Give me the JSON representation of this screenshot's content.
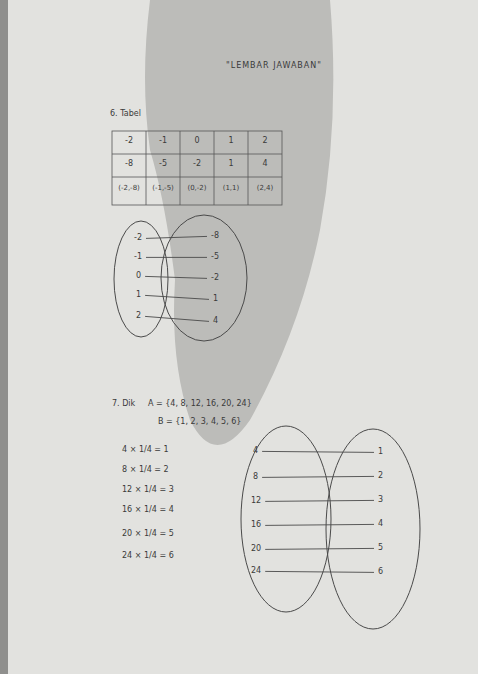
{
  "diagram": {
    "title": "\"LEMBAR JAWABAN\"",
    "nodes": [
      {
        "text": []
      },
      {
        "text": [
          "-2"
        ],
        "in": 0
      },
      {
        "text": [
          "-1"
        ],
        "in": 0
      },
      {
        "text": [
          "0"
        ],
        "in": 0
      },
      {
        "text": [
          "1"
        ],
        "in": 0
      },
      {
        "text": [
          "2"
        ],
        "in": 0
      },
      {
        "text": []
      },
      {
        "text": [
          "-8"
        ],
        "in": 6
      },
      {
        "text": [
          "-5"
        ],
        "in": 6
      },
      {
        "text": [
          "-2"
        ],
        "in": 6
      },
      {
        "text": [
          "1"
        ],
        "in": 6
      },
      {
        "text": [
          "4"
        ],
        "in": 6
      },
      {
        "text": []
      },
      {
        "text": [
          "4"
        ],
        "in": 12
      },
      {
        "text": [
          "8"
        ],
        "in": 12
      },
      {
        "text": [
          "12"
        ],
        "in": 12
      },
      {
        "text": [
          "16"
        ],
        "in": 12
      },
      {
        "text": [
          "20"
        ],
        "in": 12
      },
      {
        "text": [
          "24"
        ],
        "in": 12
      },
      {
        "text": []
      },
      {
        "text": [
          "1"
        ],
        "in": 19
      },
      {
        "text": [
          "2"
        ],
        "in": 19
      },
      {
        "text": [
          "3"
        ],
        "in": 19
      },
      {
        "text": [
          "4"
        ],
        "in": 19
      },
      {
        "text": [
          "5"
        ],
        "in": 19
      },
      {
        "text": [
          "6"
        ],
        "in": 19
      }
    ],
    "edges": [
      {
        "from": 1,
        "to": 7,
        "arrow": "none"
      },
      {
        "from": 2,
        "to": 8,
        "arrow": "none"
      },
      {
        "from": 3,
        "to": 9,
        "arrow": "none"
      },
      {
        "from": 4,
        "to": 10,
        "arrow": "none"
      },
      {
        "from": 5,
        "to": 11,
        "arrow": "none"
      },
      {
        "from": 13,
        "to": 20,
        "arrow": "none"
      },
      {
        "from": 14,
        "to": 21,
        "arrow": "none"
      },
      {
        "from": 15,
        "to": 22,
        "arrow": "none"
      },
      {
        "from": 16,
        "to": 23,
        "arrow": "none"
      },
      {
        "from": 17,
        "to": 24,
        "arrow": "none"
      },
      {
        "from": 18,
        "to": 25,
        "arrow": "none"
      }
    ],
    "labels": [
      "6. Tabel",
      "-2",
      "-1",
      "0",
      "1",
      "2",
      "-8",
      "-5",
      "-2",
      "1",
      "4",
      "(-2,-8)",
      "(-1,-5)",
      "(0,-2)",
      "(1,1)",
      "(2,4)",
      "7. Dik",
      "A = {4, 8, 12, 16, 20, 24}",
      "B = {1, 2, 3, 4, 5, 6}",
      "4 × 1/4 = 1",
      "8 × 1/4 = 2",
      "12 × 1/4 = 3",
      "16 × 1/4 = 4",
      "20 × 1/4 = 5",
      "24 × 1/4 = 6"
    ]
  }
}
